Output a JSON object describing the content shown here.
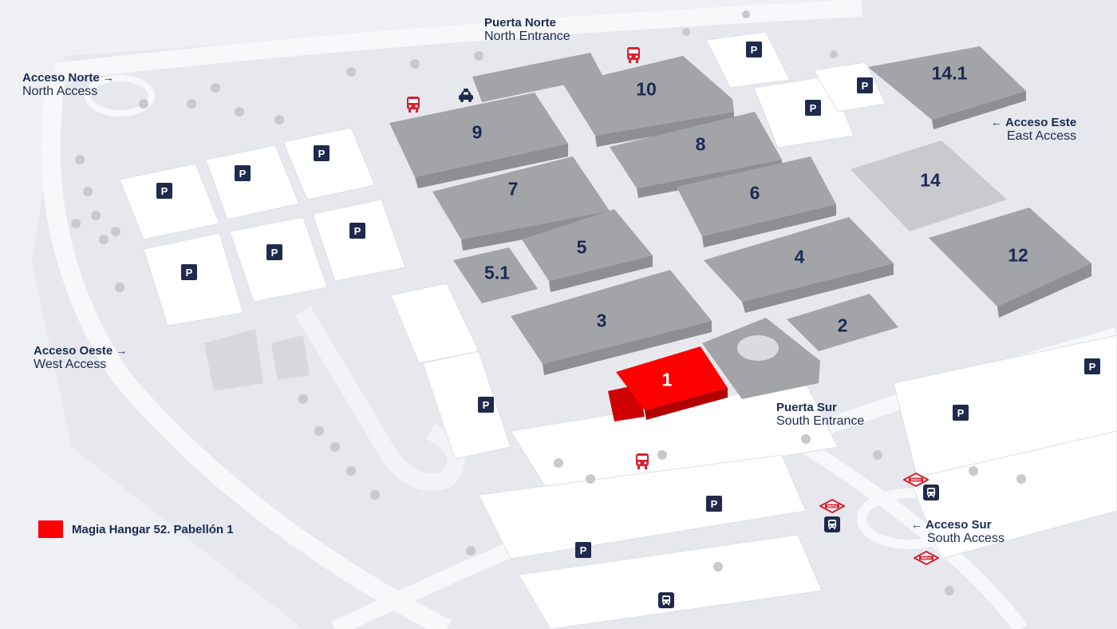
{
  "colors": {
    "background": "#eef0f4",
    "lot": "#ffffff",
    "hall": "#a8a9ad",
    "hall_top": "#9c9da1",
    "highlight": "#ff0000",
    "label": "#1b2a52",
    "icon": "#1f2a4d",
    "transit_red": "#d9202f"
  },
  "entrances": {
    "north": {
      "title": "Puerta Norte",
      "subtitle": "North Entrance"
    },
    "south": {
      "title": "Puerta Sur",
      "subtitle": "South Entrance"
    }
  },
  "accesses": {
    "north": {
      "title": "Acceso Norte",
      "subtitle": "North Access",
      "arrow": "→"
    },
    "west": {
      "title": "Acceso Oeste",
      "subtitle": "West Access",
      "arrow": "→"
    },
    "east": {
      "title": "Acceso Este",
      "subtitle": "East Access",
      "arrow": "←"
    },
    "south": {
      "title": "Acceso Sur",
      "subtitle": "South Access",
      "arrow": "←"
    }
  },
  "halls": [
    "10",
    "9",
    "8",
    "7",
    "6",
    "5",
    "5.1",
    "4",
    "3",
    "2",
    "1",
    "14.1",
    "14",
    "12"
  ],
  "parking_label": "P",
  "metro_label": "Metro",
  "icons": {
    "parking": "parking-icon",
    "bus": "bus-icon",
    "metro": "metro-icon",
    "taxi": "taxi-icon"
  },
  "legend": {
    "label": "Magia Hangar 52. Pabellón 1"
  }
}
